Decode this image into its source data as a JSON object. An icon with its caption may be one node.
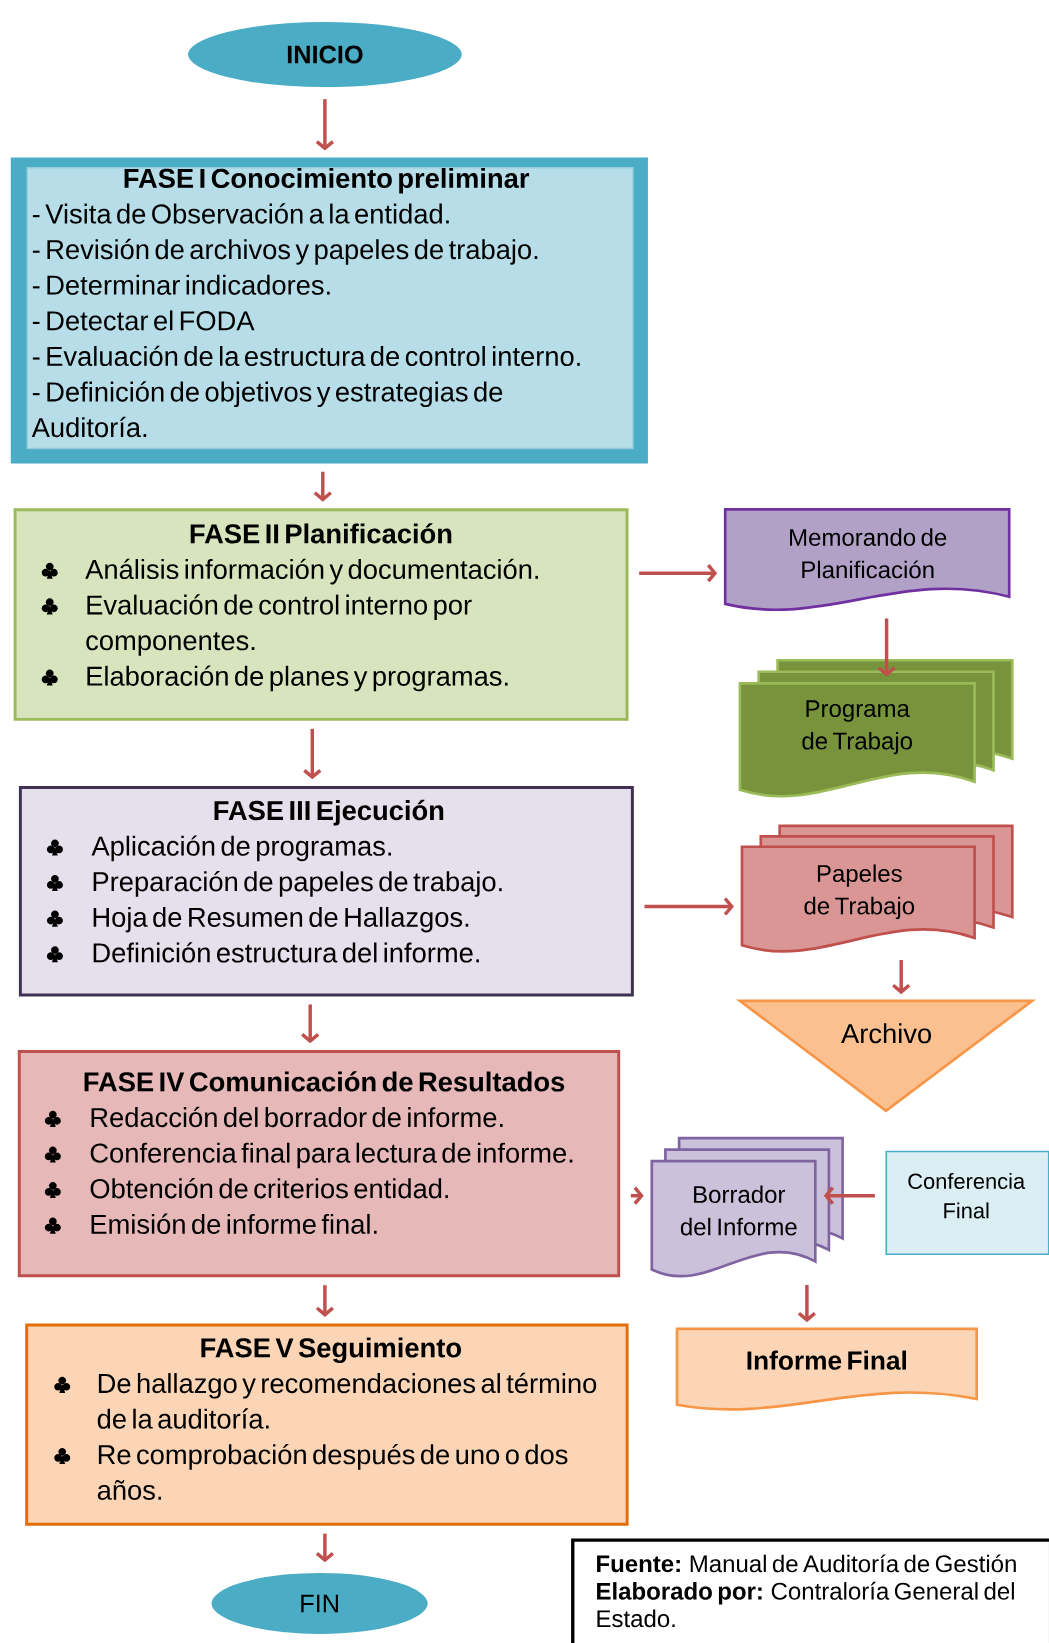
{
  "diagram": {
    "nodes": [
      {
        "text": [
          "INICIO"
        ]
      },
      {
        "text": [
          "FASE I Conocimiento preliminar",
          "- Visita de Observación a la entidad.",
          "- Revisión de archivos y papeles de trabajo.",
          "- Determinar indicadores.",
          "- Detectar el FODA",
          "- Evaluación de la estructura de control interno.",
          "- Definición de objetivos y estrategias de Auditoría."
        ]
      },
      {
        "text": [
          "FASE II Planificación",
          "Análisis información y documentación.",
          "Evaluación de control interno por componentes.",
          "Elaboración de planes y programas."
        ]
      },
      {
        "text": [
          "Memorando de Planificación"
        ]
      },
      {
        "text": [
          "Programa de Trabajo"
        ]
      },
      {
        "text": [
          "FASE III Ejecución",
          "Aplicación de programas.",
          "Preparación de papeles de trabajo.",
          "Hoja de Resumen de Hallazgos.",
          "Definición estructura del informe."
        ]
      },
      {
        "text": [
          "Papeles de Trabajo"
        ]
      },
      {
        "text": [
          "Archivo"
        ]
      },
      {
        "text": [
          "FASE IV Comunicación de Resultados",
          "Redacción del borrador de informe.",
          "Conferencia final para lectura de informe.",
          "Obtención de criterios entidad.",
          "Emisión de informe final."
        ]
      },
      {
        "text": [
          "Borrador del Informe"
        ]
      },
      {
        "text": [
          "Conferencia Final"
        ]
      },
      {
        "text": [
          "Informe Final"
        ]
      },
      {
        "text": [
          "FASE V Seguimiento",
          "De hallazgo y recomendaciones al término de la auditoría.",
          "Re comprobación después de uno o dos años."
        ]
      },
      {
        "text": [
          "FIN"
        ]
      },
      {
        "text": [
          "**Fuente:** Manual de Auditoría de Gestión",
          "**Elaborado por:** Contraloría General del Estado."
        ]
      }
    ],
    "edges": [
      {
        "from": 0,
        "to": 1,
        "arrow": "to"
      },
      {
        "from": 1,
        "to": 2,
        "arrow": "to"
      },
      {
        "from": 2,
        "to": 3,
        "arrow": "to"
      },
      {
        "from": 3,
        "to": 4,
        "arrow": "to"
      },
      {
        "from": 2,
        "to": 5,
        "arrow": "to"
      },
      {
        "from": 5,
        "to": 6,
        "arrow": "to"
      },
      {
        "from": 6,
        "to": 7,
        "arrow": "to"
      },
      {
        "from": 5,
        "to": 8,
        "arrow": "to"
      },
      {
        "from": 8,
        "to": 9,
        "arrow": "to"
      },
      {
        "from": 10,
        "to": 9,
        "arrow": "to"
      },
      {
        "from": 9,
        "to": 11,
        "arrow": "to"
      },
      {
        "from": 8,
        "to": 12,
        "arrow": "to"
      },
      {
        "from": 12,
        "to": 13,
        "arrow": "to"
      }
    ]
  }
}
